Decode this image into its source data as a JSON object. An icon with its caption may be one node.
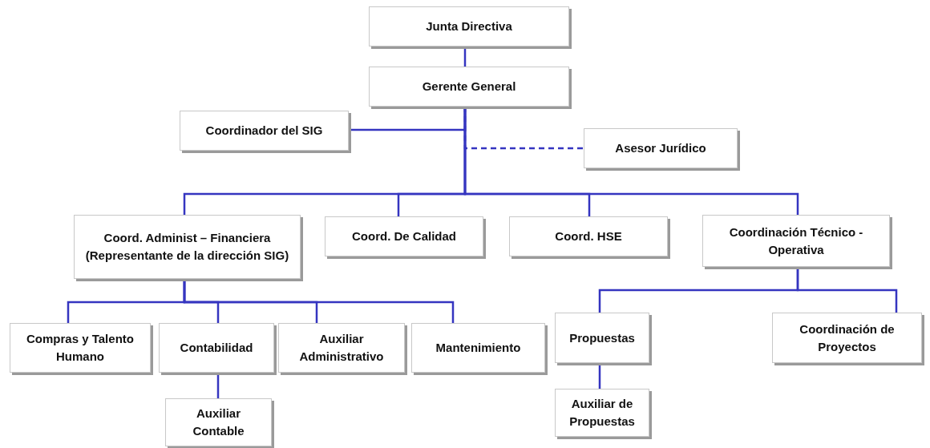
{
  "diagram": {
    "nodes": [
      {
        "text": [
          "Junta Directiva"
        ]
      },
      {
        "text": [
          "Gerente General"
        ]
      },
      {
        "text": [
          "Coordinador del SIG"
        ]
      },
      {
        "text": [
          "Asesor Jurídico"
        ]
      },
      {
        "text": [
          "Coord. Administ – Financiera (Representante de la dirección SIG)"
        ]
      },
      {
        "text": [
          "Coord. De Calidad"
        ]
      },
      {
        "text": [
          "Coord. HSE"
        ]
      },
      {
        "text": [
          "Coordinación Técnico - Operativa"
        ]
      },
      {
        "text": [
          "Compras y Talento Humano"
        ]
      },
      {
        "text": [
          "Contabilidad"
        ]
      },
      {
        "text": [
          "Auxiliar Administrativo"
        ]
      },
      {
        "text": [
          "Mantenimiento"
        ]
      },
      {
        "text": [
          "Propuestas"
        ]
      },
      {
        "text": [
          "Coordinación de Proyectos"
        ]
      },
      {
        "text": [
          "Auxiliar Contable"
        ]
      },
      {
        "text": [
          "Auxiliar de Propuestas"
        ]
      }
    ],
    "edges": [
      {
        "from": 1,
        "to": 3,
        "arrow": "none",
        "style": "dashed"
      },
      {
        "from": 0,
        "to": 1,
        "arrow": "none"
      },
      {
        "from": 1,
        "to": 2,
        "arrow": "none"
      },
      {
        "from": 1,
        "to": 4,
        "arrow": "none"
      },
      {
        "from": 1,
        "to": 5,
        "arrow": "none"
      },
      {
        "from": 1,
        "to": 6,
        "arrow": "none"
      },
      {
        "from": 1,
        "to": 7,
        "arrow": "none"
      },
      {
        "from": 4,
        "to": 8,
        "arrow": "none"
      },
      {
        "from": 4,
        "to": 9,
        "arrow": "none"
      },
      {
        "from": 4,
        "to": 10,
        "arrow": "none"
      },
      {
        "from": 4,
        "to": 11,
        "arrow": "none"
      },
      {
        "from": 9,
        "to": 14,
        "arrow": "none"
      },
      {
        "from": 7,
        "to": 12,
        "arrow": "none"
      },
      {
        "from": 7,
        "to": 13,
        "arrow": "none"
      },
      {
        "from": 12,
        "to": 15,
        "arrow": "none"
      }
    ]
  }
}
